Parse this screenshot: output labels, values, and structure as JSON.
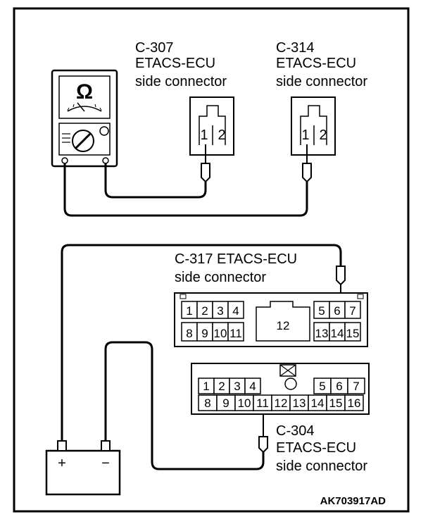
{
  "labels": {
    "c307_code": "C-307",
    "c307_line1": "ETACS-ECU",
    "c307_line2": "side connector",
    "c314_code": "C-314",
    "c314_line1": "ETACS-ECU",
    "c314_line2": "side connector",
    "c317_line1": "C-317 ETACS-ECU",
    "c317_line2": "side connector",
    "c304_code": "C-304",
    "c304_line1": "ETACS-ECU",
    "c304_line2": "side connector"
  },
  "ohmmeter": {
    "symbol": "Ω"
  },
  "connector_2pin": {
    "pins": [
      "1",
      "2"
    ]
  },
  "c317": {
    "left_pins": [
      "1",
      "2",
      "3",
      "4"
    ],
    "left_bottom_pins": [
      "8",
      "9",
      "10",
      "11"
    ],
    "center_pin": "12",
    "right_pins": [
      "5",
      "6",
      "7"
    ],
    "right_bottom_pins": [
      "13",
      "14",
      "15"
    ]
  },
  "c304": {
    "top_left_pins": [
      "1",
      "2",
      "3",
      "4"
    ],
    "top_right_pins": [
      "5",
      "6",
      "7"
    ],
    "bottom_pins": [
      "8",
      "9",
      "10",
      "11",
      "12",
      "13",
      "14",
      "15",
      "16"
    ]
  },
  "battery": {
    "positive": "+",
    "negative": "−"
  },
  "figure_code": "AK703917AD"
}
